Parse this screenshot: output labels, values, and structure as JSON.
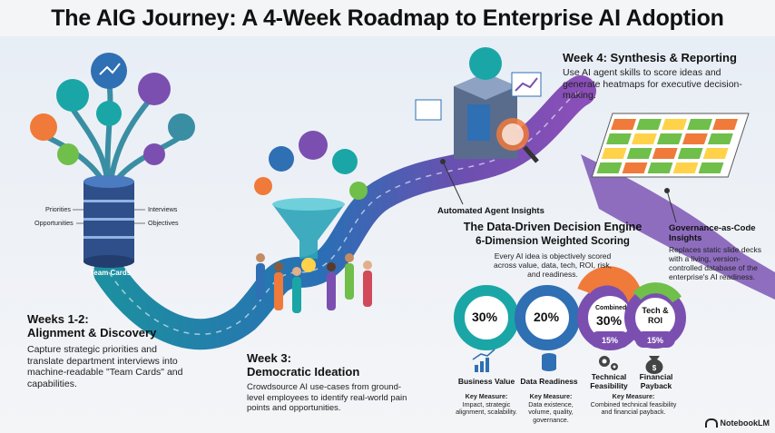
{
  "title": "The AIG Journey: A 4-Week Roadmap to Enterprise AI Adoption",
  "week12": {
    "heading_line1": "Weeks 1-2:",
    "heading_line2": "Alignment & Discovery",
    "body": "Capture strategic priorities and translate department interviews into machine-readable \"Team Cards\" and capabilities.",
    "labels": {
      "priorities": "Priorities",
      "opportunities": "Opportunities",
      "interviews": "Interviews",
      "objectives": "Objectives",
      "team_cards": "Team Cards"
    }
  },
  "week3": {
    "heading_line1": "Week 3:",
    "heading_line2": "Democratic Ideation",
    "body": "Crowdsource AI use-cases from ground-level employees to identify real-world pain points and opportunities."
  },
  "week4": {
    "heading": "Week 4: Synthesis & Reporting",
    "body": "Use AI agent skills to score ideas and generate heatmaps for executive decision-making."
  },
  "agent_insights": "Automated Agent Insights",
  "engine": {
    "title": "The Data-Driven Decision Engine",
    "subtitle": "6-Dimension Weighted Scoring",
    "body": "Every AI idea is objectively scored across value, data, tech, ROI, risk, and readiness."
  },
  "governance": {
    "heading_line1": "Governance-as-Code",
    "heading_line2": "Insights",
    "body": "Replaces static slide decks with a living, version-controlled database of the enterprise's AI readiness."
  },
  "scores": [
    {
      "pct": "30%",
      "label": "Business Value",
      "measure_title": "Key Measure:",
      "measure": "Impact, strategic alignment, scalability."
    },
    {
      "pct": "20%",
      "label": "Data Readiness",
      "measure_title": "Key Measure:",
      "measure": "Data existence, volume, quality, governance."
    },
    {
      "pct_prefix": "Combined",
      "pct": "30%",
      "sub_pct": "15%",
      "label": "Technical Feasibility",
      "icon": "gears-icon"
    },
    {
      "pct_prefix": "Tech &",
      "pct": "ROI",
      "sub_pct": "15%",
      "label": "Financial Payback",
      "icon": "money-bag-icon"
    }
  ],
  "combined_measure": {
    "title": "Key Measure:",
    "text": "Combined technical feasibility and financial payback."
  },
  "brand": "NotebookLM",
  "colors": {
    "teal": "#1aa6a6",
    "blue": "#2f6fb3",
    "purple": "#7b4fb0",
    "orange": "#f07a3a",
    "green": "#6fbf4a"
  }
}
